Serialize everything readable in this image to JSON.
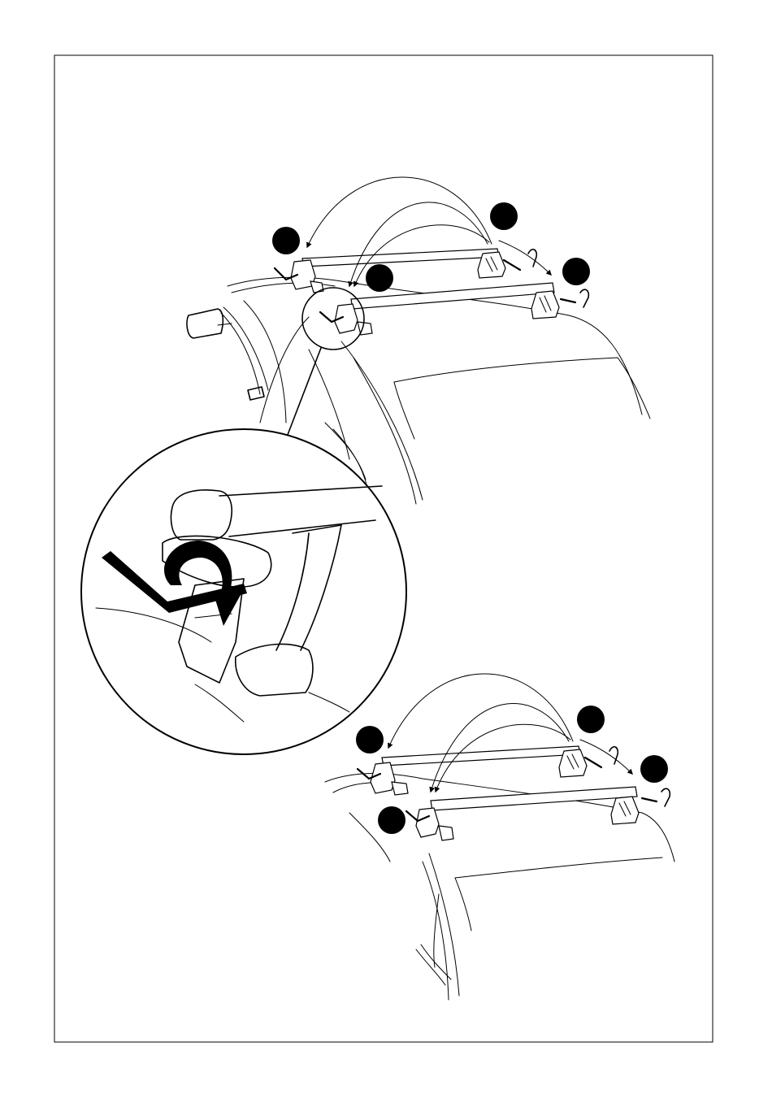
{
  "colors": {
    "ink": "#000000",
    "paper": "#ffffff"
  },
  "figures": [
    {
      "id": "top-car",
      "callouts": 4
    },
    {
      "id": "detail-magnifier",
      "icons": [
        "allen-key-icon",
        "rotate-arrow-icon"
      ]
    },
    {
      "id": "bottom-car",
      "callouts": 4
    }
  ]
}
